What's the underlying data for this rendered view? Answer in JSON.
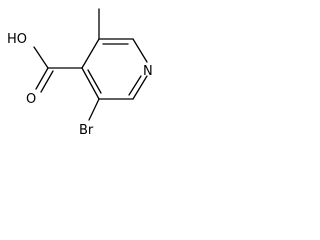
{
  "structure": {
    "atom_labels": {
      "hydroxyl": "HO",
      "carbonyl_oxygen": "O",
      "ring_nitrogen": "N",
      "bromine": "Br"
    },
    "colors": {
      "bond": "#000000",
      "label": "#000000",
      "background": "#ffffff"
    }
  }
}
